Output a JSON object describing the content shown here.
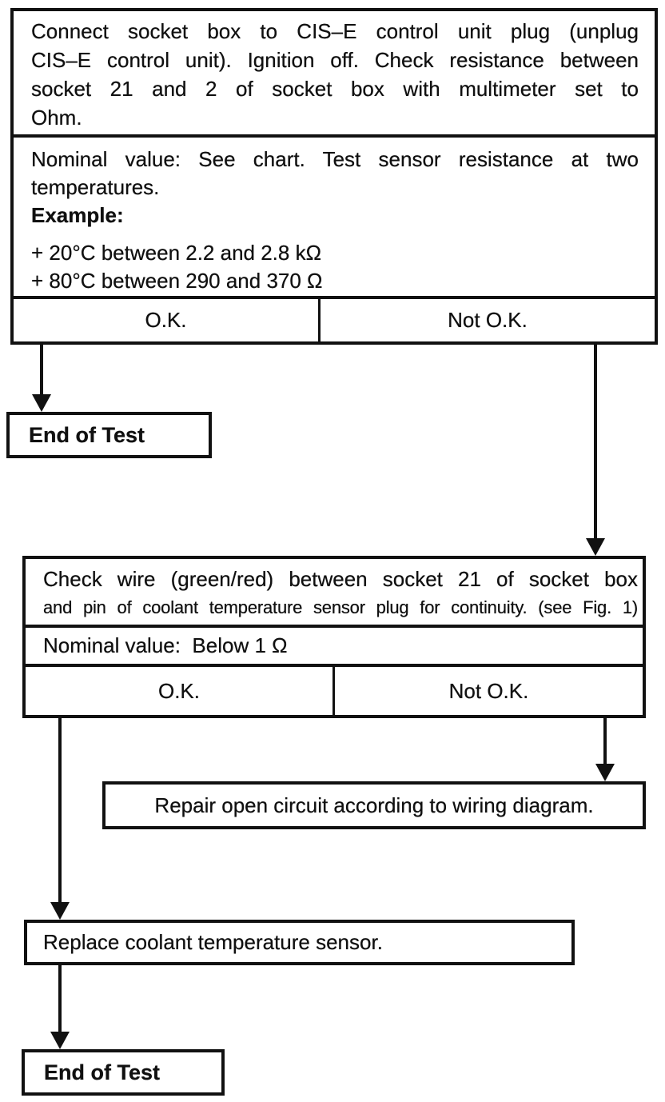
{
  "page": {
    "ink_color": "#111111",
    "paper_color": "#ffffff"
  },
  "step1": {
    "instruction_lines": [
      "Connect socket box to CIS–E control unit plug (unplug",
      "CIS–E control unit). Ignition off. Check resistance between",
      "socket 21 and 2 of socket box with multimeter set to",
      "Ohm."
    ],
    "nominal_lines": [
      "Nominal value:  See chart. Test sensor resistance at two",
      "temperatures."
    ],
    "example_label": "Example:",
    "example_values": [
      "+ 20°C between 2.2 and 2.8 kΩ",
      "+ 80°C between 290 and 370 Ω"
    ],
    "ok_label": "O.K.",
    "not_ok_label": "Not O.K."
  },
  "end_of_test_first": {
    "label": "End of Test"
  },
  "step2": {
    "instruction_lines": [
      "Check wire (green/red) between socket 21 of socket box",
      "and pin of coolant temperature sensor plug  for continuity. (see Fig. 1)"
    ],
    "nominal_value": "Nominal value:  Below 1 Ω",
    "ok_label": "O.K.",
    "not_ok_label": "Not O.K."
  },
  "repair_step": {
    "label": "Repair open circuit according to wiring diagram."
  },
  "replace_step": {
    "label": "Replace coolant temperature sensor."
  },
  "end_of_test_second": {
    "label": "End of Test"
  }
}
